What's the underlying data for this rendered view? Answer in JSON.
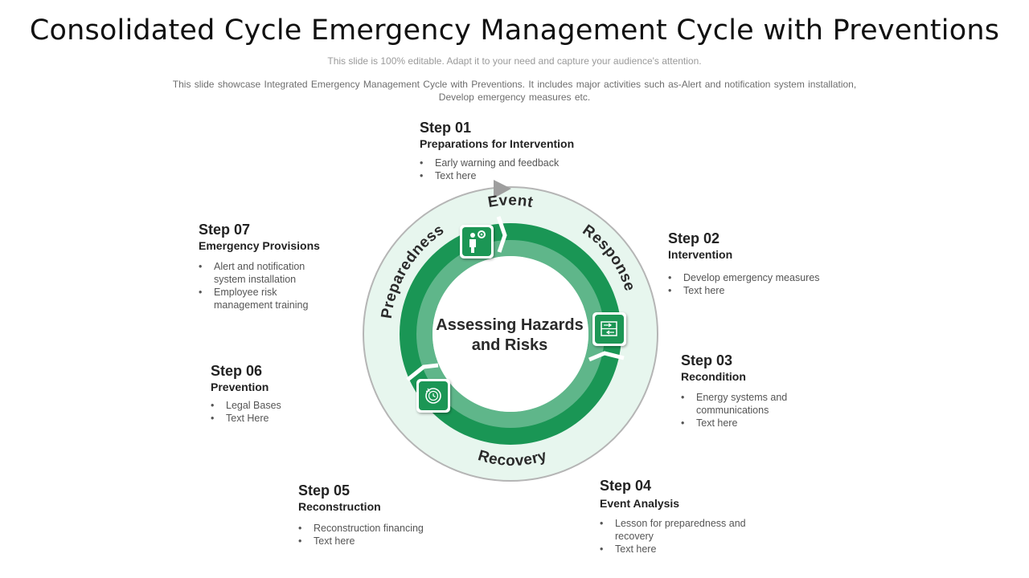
{
  "title": "Consolidated Cycle Emergency Management Cycle with Preventions",
  "subtitle": "This slide is 100% editable. Adapt it to your need and capture your audience's attention.",
  "description_line1": "This slide showcase Integrated  Emergency Management  Cycle with Preventions.  It includes major activities such as-Alert and notification system installation,",
  "description_line2": "Develop  emergency  measures etc.",
  "center": {
    "line1": "Assessing Hazards",
    "line2": "and Risks"
  },
  "ring_labels": {
    "event": "Event",
    "response": "Response",
    "recovery": "Recovery",
    "preparedness": "Preparedness"
  },
  "colors": {
    "outer_ring_fill": "#e7f6ee",
    "outer_ring_stroke": "#b5b5b5",
    "dark_green": "#1a9655",
    "light_green": "#5fb68a",
    "arrow": "#9e9e9e"
  },
  "icons": {
    "top_left": "person-gear-icon",
    "right": "transfer-arrows-icon",
    "bottom_left": "clock-cycle-icon"
  },
  "steps": [
    {
      "num": "Step 01",
      "head": "Preparations for Intervention",
      "bullets": [
        "Early warning and feedback",
        "Text here"
      ]
    },
    {
      "num": "Step 02",
      "head": "Intervention",
      "bullets": [
        "Develop  emergency  measures",
        "Text here"
      ]
    },
    {
      "num": "Step 03",
      "head": "Recondition",
      "bullets": [
        "Energy systems and communications",
        "Text here"
      ]
    },
    {
      "num": "Step 04",
      "head": "Event Analysis",
      "bullets": [
        "Lesson for preparedness  and recovery",
        "Text here"
      ]
    },
    {
      "num": "Step 05",
      "head": "Reconstruction",
      "bullets": [
        "Reconstruction financing",
        "Text here"
      ]
    },
    {
      "num": "Step 06",
      "head": "Prevention",
      "bullets": [
        "Legal Bases",
        "Text Here"
      ]
    },
    {
      "num": "Step 07",
      "head": "Emergency Provisions",
      "bullets": [
        "Alert and notification system installation",
        "Employee risk management  training"
      ]
    }
  ]
}
